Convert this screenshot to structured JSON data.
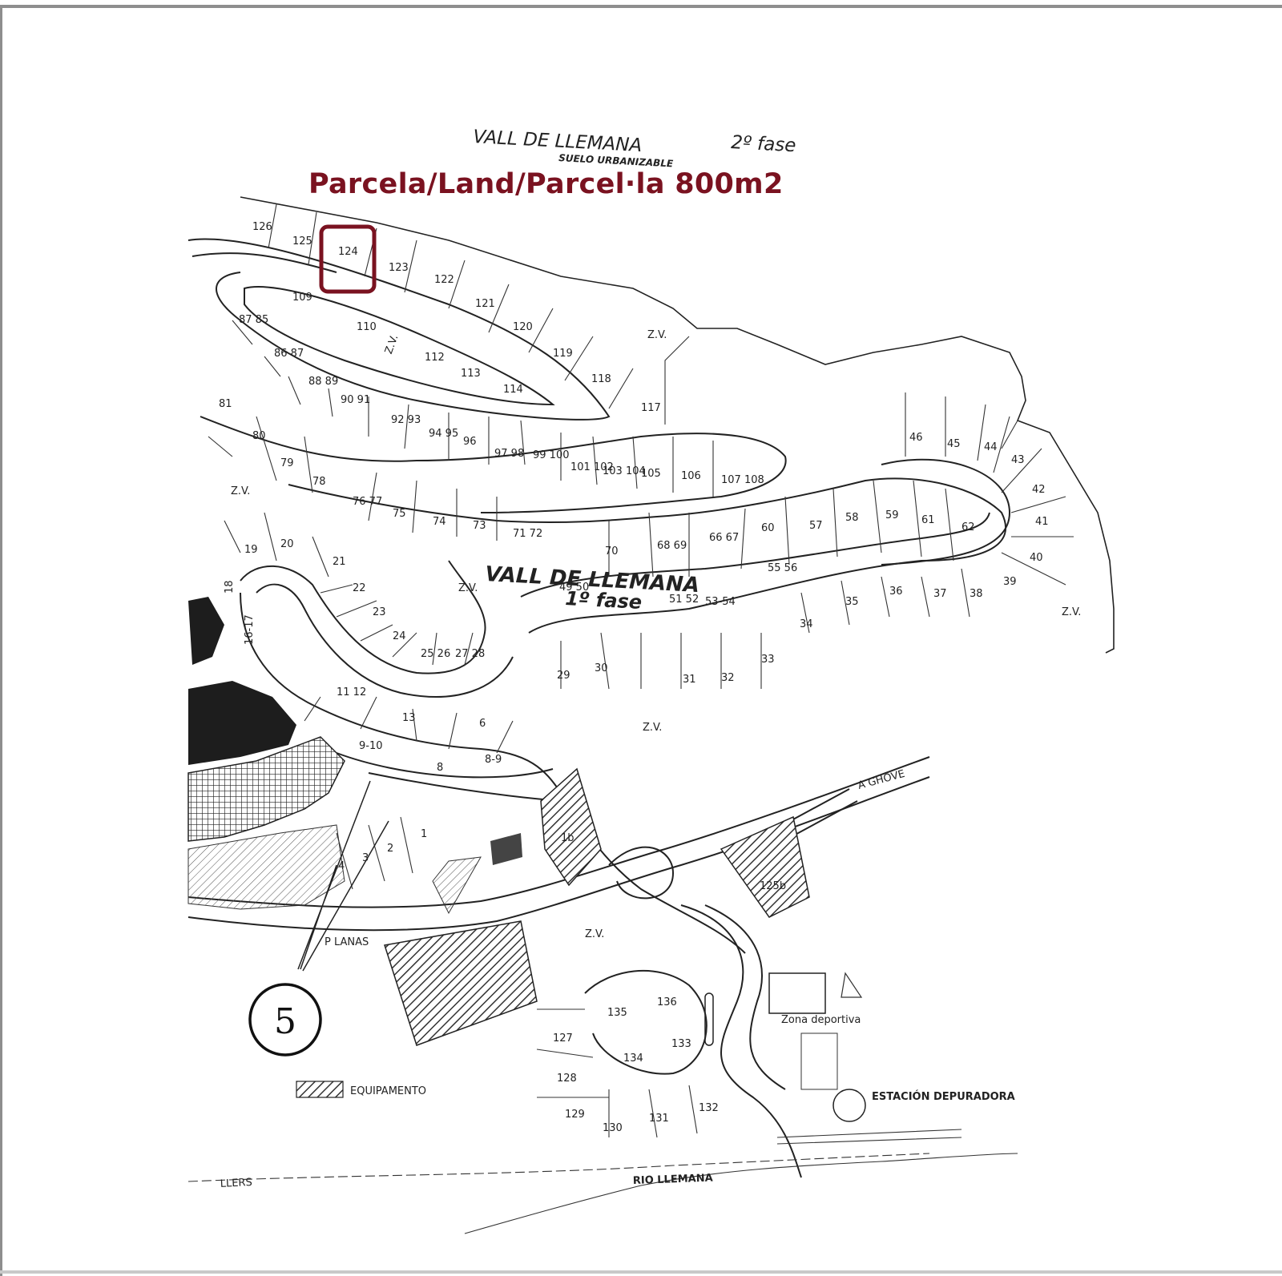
{
  "caption": "Parcela/Land/Parcel·la 800m2",
  "highlight_color": "#7a1220",
  "title_phase2": {
    "line1": "VALL DE LLEMANA",
    "phase": "2º fase",
    "line2": "SUELO URBANIZABLE"
  },
  "title_phase1": {
    "line1": "VALL DE LLEMANA",
    "phase": "1º fase"
  },
  "highlighted_plot": "124",
  "plot_labels": [
    "126",
    "125",
    "124",
    "123",
    "122",
    "121",
    "120",
    "119",
    "118",
    "117",
    "109",
    "110",
    "112",
    "113",
    "114",
    "87 85",
    "86 87",
    "88 89",
    "90 91",
    "92 93",
    "94 95",
    "96",
    "97 98",
    "99 100",
    "101 102",
    "103 104",
    "105",
    "106",
    "107 108",
    "81",
    "80",
    "79",
    "78",
    "76 77",
    "75",
    "74",
    "73",
    "71 72",
    "70",
    "68 69",
    "66 67",
    "60",
    "57",
    "58",
    "59",
    "61",
    "62",
    "46",
    "45",
    "44",
    "43",
    "42",
    "41",
    "40",
    "39",
    "38",
    "37",
    "36",
    "35",
    "34",
    "33",
    "32",
    "31",
    "30",
    "29",
    "55 56",
    "53-54",
    "51 52",
    "49 50",
    "19",
    "20",
    "21",
    "22",
    "23",
    "24",
    "25 26",
    "27 28",
    "18",
    "16-17",
    "11 12",
    "13",
    "6",
    "9-10",
    "8",
    "8-9",
    "1",
    "2",
    "3",
    "4",
    "127",
    "128",
    "129",
    "130",
    "131",
    "132",
    "133",
    "134",
    "135",
    "136",
    "125b",
    "1b"
  ],
  "zone_labels": [
    "Z.V.",
    "Z.V.",
    "Z.V.",
    "Z.V.",
    "Z.V.",
    "Z.V.",
    "Z.V."
  ],
  "legend": {
    "marker": "5",
    "equipment": "EQUIPAMENTO"
  },
  "facilities": {
    "sports": "Zona deportiva",
    "treatment": "ESTACIÓN DEPURADORA"
  },
  "roads": {
    "river": "RIO LLEMANA",
    "road": "LLERS",
    "to_town": "A GHOVE",
    "road2": "P LANAS"
  }
}
